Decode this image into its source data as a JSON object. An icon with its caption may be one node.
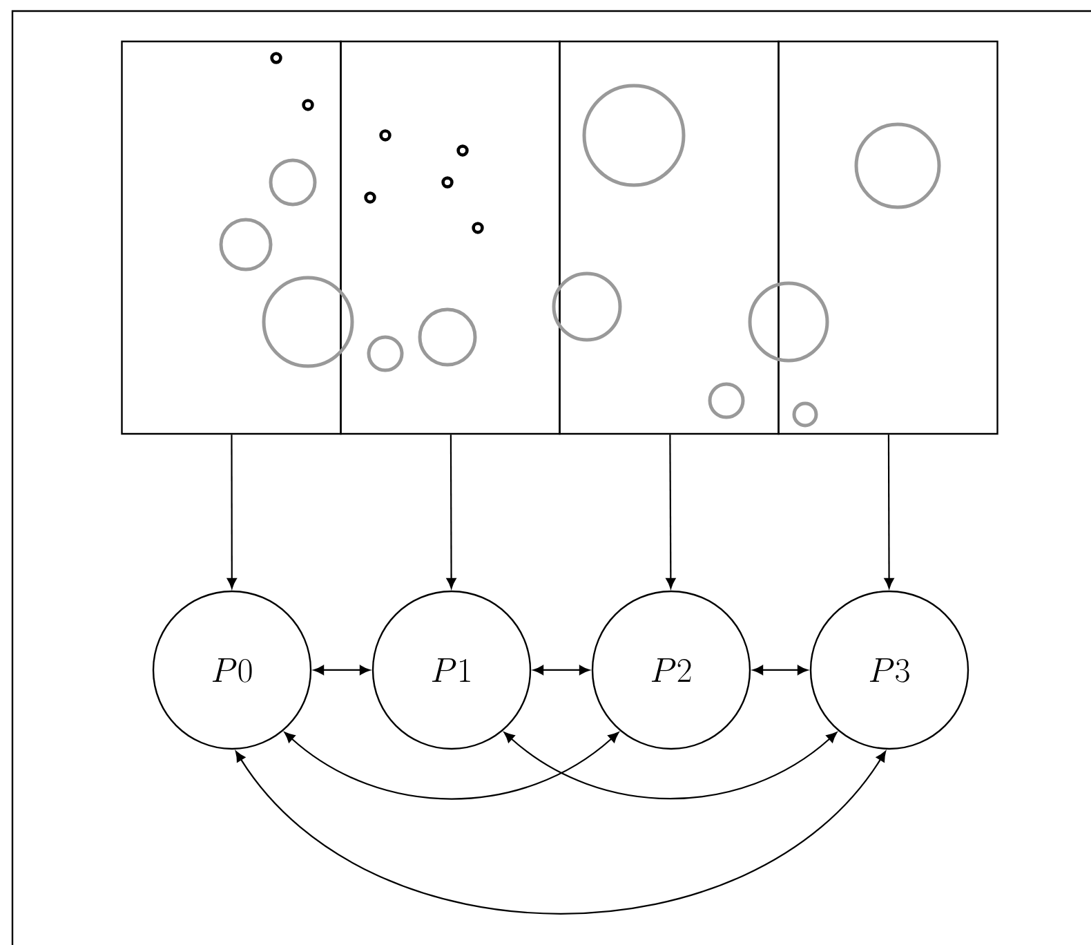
{
  "diagram": {
    "nodes": [
      {
        "text": [],
        "shape": "box"
      },
      {
        "text": [],
        "shape": "box"
      },
      {
        "text": [],
        "shape": "box"
      },
      {
        "text": [],
        "shape": "box"
      },
      {
        "text": [
          "P0"
        ]
      },
      {
        "text": [
          "P1"
        ]
      },
      {
        "text": [
          "P2"
        ]
      },
      {
        "text": [
          "P3"
        ]
      }
    ],
    "edges": [
      {
        "from": 0,
        "to": 4,
        "arrow": "to"
      },
      {
        "from": 1,
        "to": 5,
        "arrow": "to"
      },
      {
        "from": 2,
        "to": 6,
        "arrow": "to"
      },
      {
        "from": 3,
        "to": 7,
        "arrow": "to"
      },
      {
        "from": 4,
        "to": 5,
        "arrow": "both"
      },
      {
        "from": 5,
        "to": 6,
        "arrow": "both"
      },
      {
        "from": 6,
        "to": 7,
        "arrow": "both"
      },
      {
        "from": 4,
        "to": 6,
        "arrow": "both"
      },
      {
        "from": 5,
        "to": 7,
        "arrow": "both"
      },
      {
        "from": 4,
        "to": 7,
        "arrow": "both"
      }
    ]
  }
}
